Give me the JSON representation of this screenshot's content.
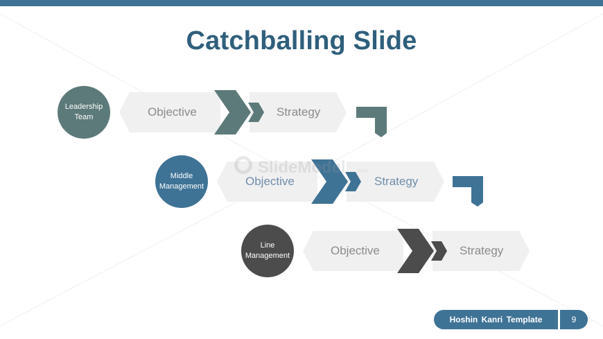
{
  "slide": {
    "title": "Catchballing Slide",
    "colors": {
      "top_bar": "#3f7396",
      "title": "#2f5f7c",
      "leadership": "#5c7a79",
      "middle": "#3f7396",
      "line": "#4c4c4c",
      "band": "#f0f0f0"
    }
  },
  "rows": [
    {
      "circle_label_1": "Leadership",
      "circle_label_2": "Team",
      "objective": "Objective",
      "strategy": "Strategy"
    },
    {
      "circle_label_1": "Middle",
      "circle_label_2": "Management",
      "objective": "Objective",
      "strategy": "Strategy"
    },
    {
      "circle_label_1": "Line",
      "circle_label_2": "Management",
      "objective": "Objective",
      "strategy": "Strategy"
    }
  ],
  "watermark": {
    "text": "SlideModel",
    "suffix": ".com"
  },
  "footer": {
    "template_name": "Hoshin  Kanri  Template",
    "page_number": "9"
  }
}
